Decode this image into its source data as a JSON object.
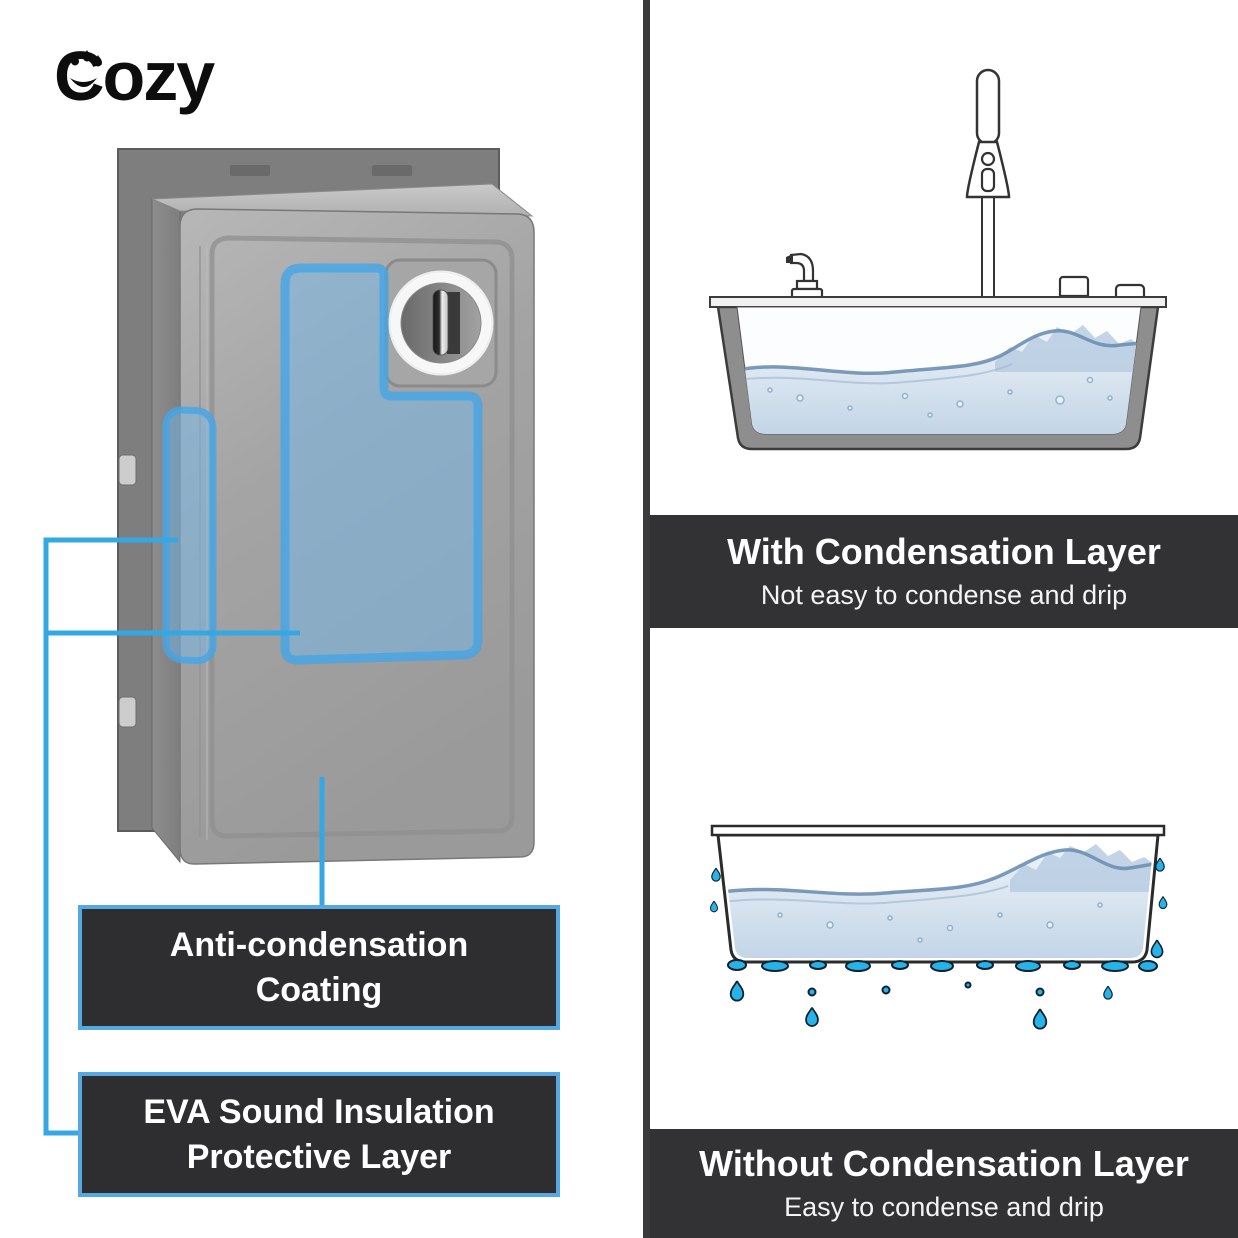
{
  "logo": {
    "brand": "Cozy"
  },
  "colors": {
    "accent_blue": "#35a8e3",
    "callout_border_blue": "#56a9e0",
    "panel_dark": "#323234",
    "callout_dark": "#2e2e30",
    "droplet_blue": "#27b3e8",
    "product_gray": "#a3a3a3"
  },
  "left": {
    "callouts": [
      {
        "line1": "Anti-condensation",
        "line2": "Coating"
      },
      {
        "line1": "EVA Sound Insulation",
        "line2": "Protective Layer"
      }
    ]
  },
  "right": {
    "top": {
      "title": "With Condensation Layer",
      "subtitle": "Not easy to condense and drip"
    },
    "bottom": {
      "title": "Without Condensation Layer",
      "subtitle": "Easy to condense and drip"
    }
  }
}
